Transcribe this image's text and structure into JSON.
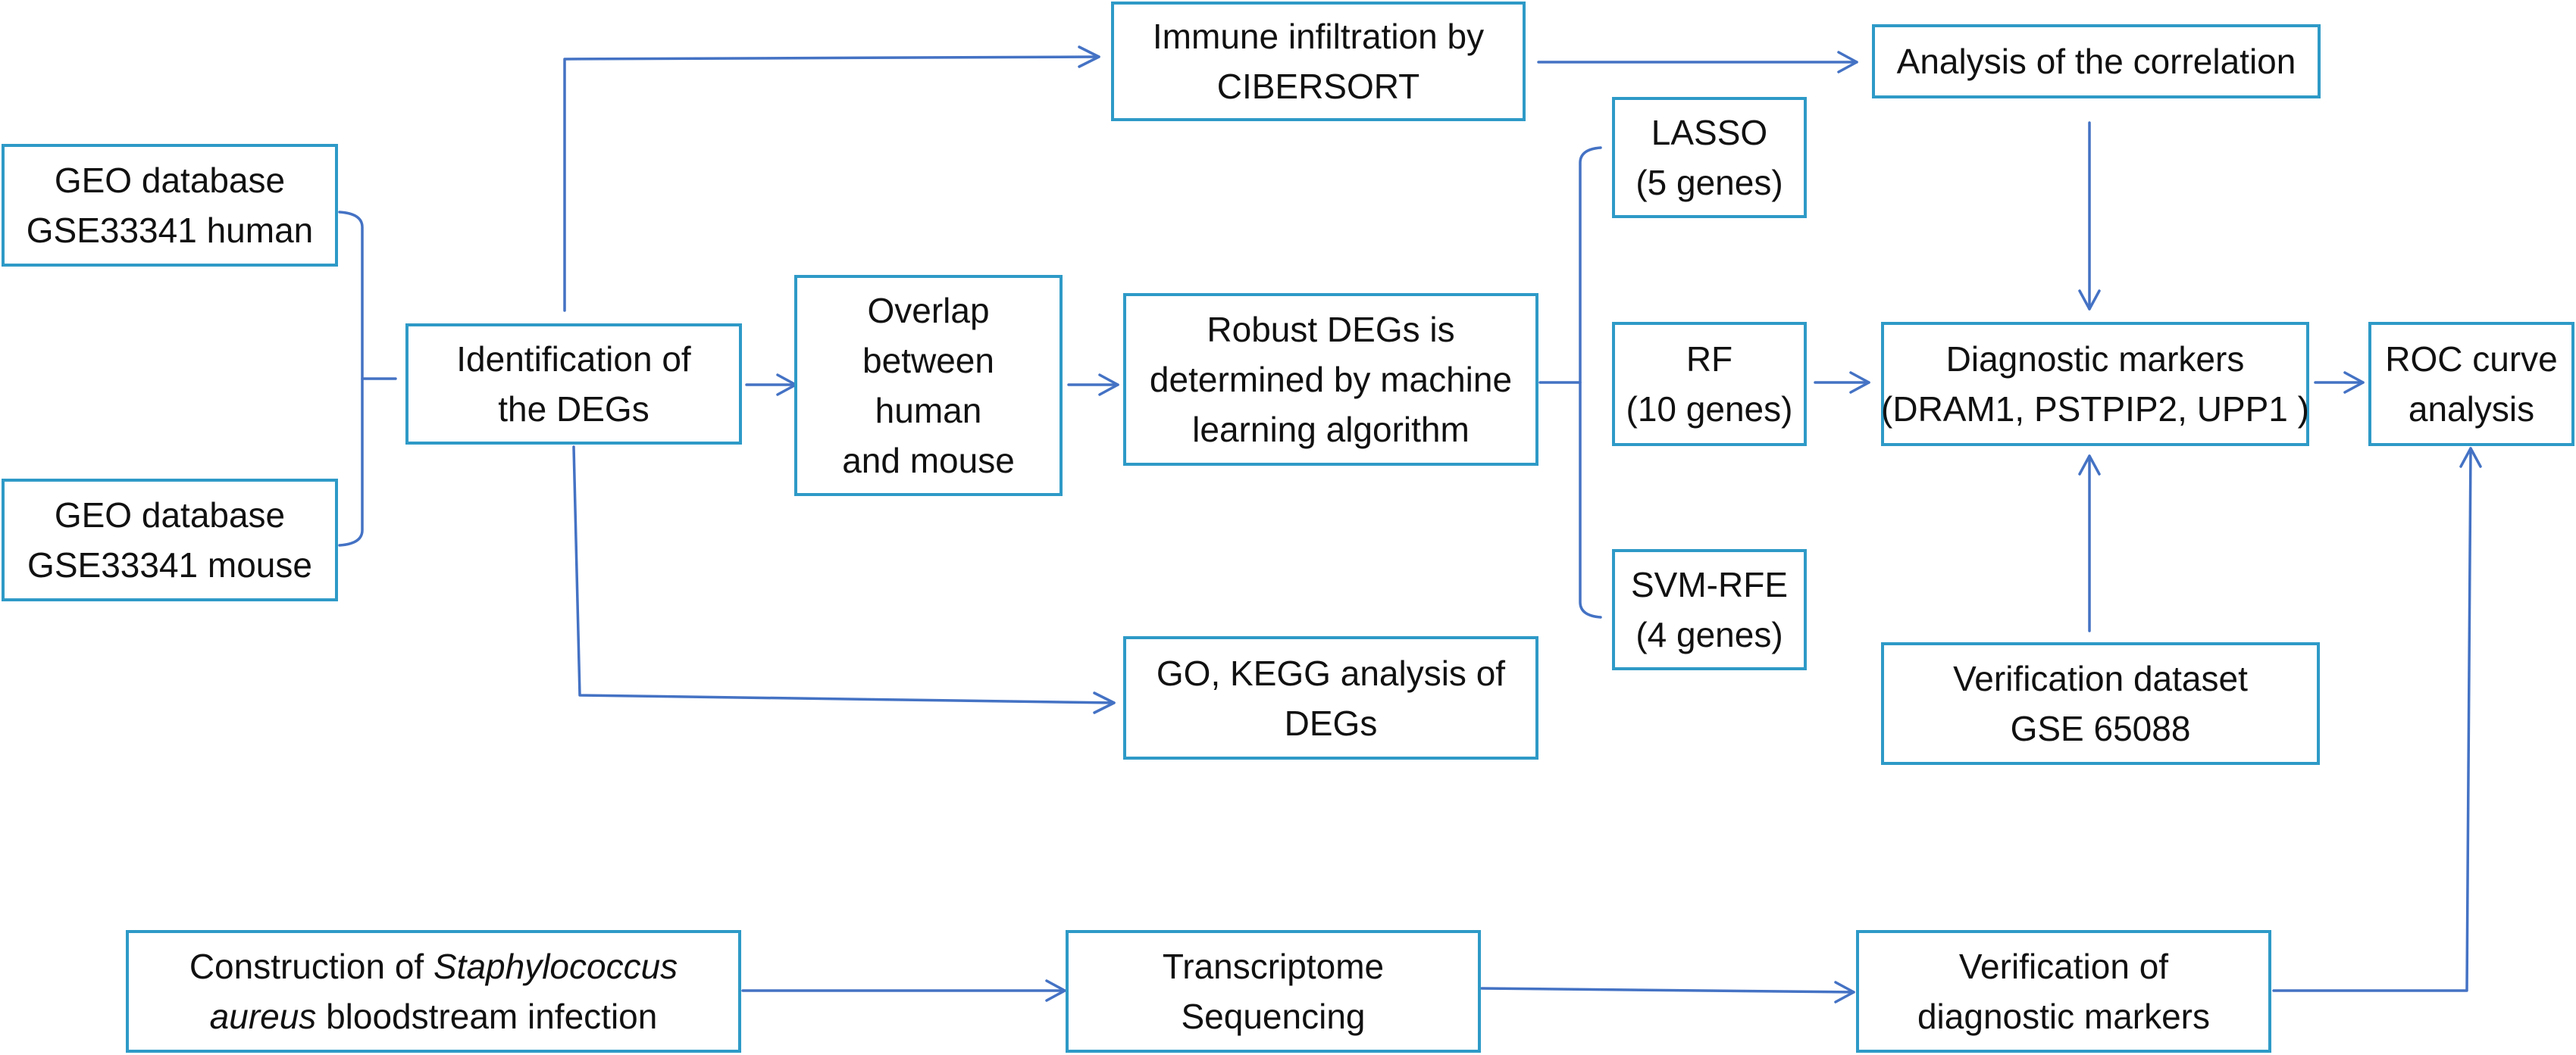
{
  "colors": {
    "box_border": "#2E9AC7",
    "connector": "#4472C4",
    "text": "#111111",
    "background": "#ffffff"
  },
  "boxes": {
    "geo_human": {
      "lines": [
        "GEO database",
        "GSE33341 human"
      ]
    },
    "geo_mouse": {
      "lines": [
        "GEO database",
        "GSE33341 mouse"
      ]
    },
    "identification": {
      "lines": [
        "Identification of",
        "the DEGs"
      ]
    },
    "overlap": {
      "lines": [
        "Overlap",
        "between",
        "human",
        "and mouse"
      ]
    },
    "immune": {
      "lines": [
        "Immune infiltration by",
        "CIBERSORT"
      ]
    },
    "robust": {
      "lines": [
        "Robust DEGs is",
        "determined by machine",
        "learning algorithm"
      ]
    },
    "go_kegg": {
      "lines": [
        "GO, KEGG analysis of",
        "DEGs"
      ]
    },
    "lasso": {
      "lines": [
        "LASSO",
        "(5 genes)"
      ]
    },
    "rf": {
      "lines": [
        "RF",
        "(10 genes)"
      ]
    },
    "svm": {
      "lines": [
        "SVM-RFE",
        "(4 genes)"
      ]
    },
    "correlation": {
      "lines": [
        "Analysis of the correlation"
      ]
    },
    "diagnostic": {
      "lines": [
        "Diagnostic markers",
        "(DRAM1, PSTPIP2, UPP1 )"
      ]
    },
    "verification_dataset": {
      "lines": [
        "Verification dataset",
        "GSE 65088"
      ]
    },
    "roc": {
      "lines": [
        "ROC curve",
        "analysis"
      ]
    },
    "construction": {
      "line1_prefix": "Construction of ",
      "line1_italic": "Staphylococcus",
      "line2_italic": "aureus",
      "line2_suffix": " bloodstream infection"
    },
    "transcriptome": {
      "lines": [
        "Transcriptome",
        "Sequencing"
      ]
    },
    "verification_markers": {
      "lines": [
        "Verification of",
        "diagnostic markers"
      ]
    }
  }
}
